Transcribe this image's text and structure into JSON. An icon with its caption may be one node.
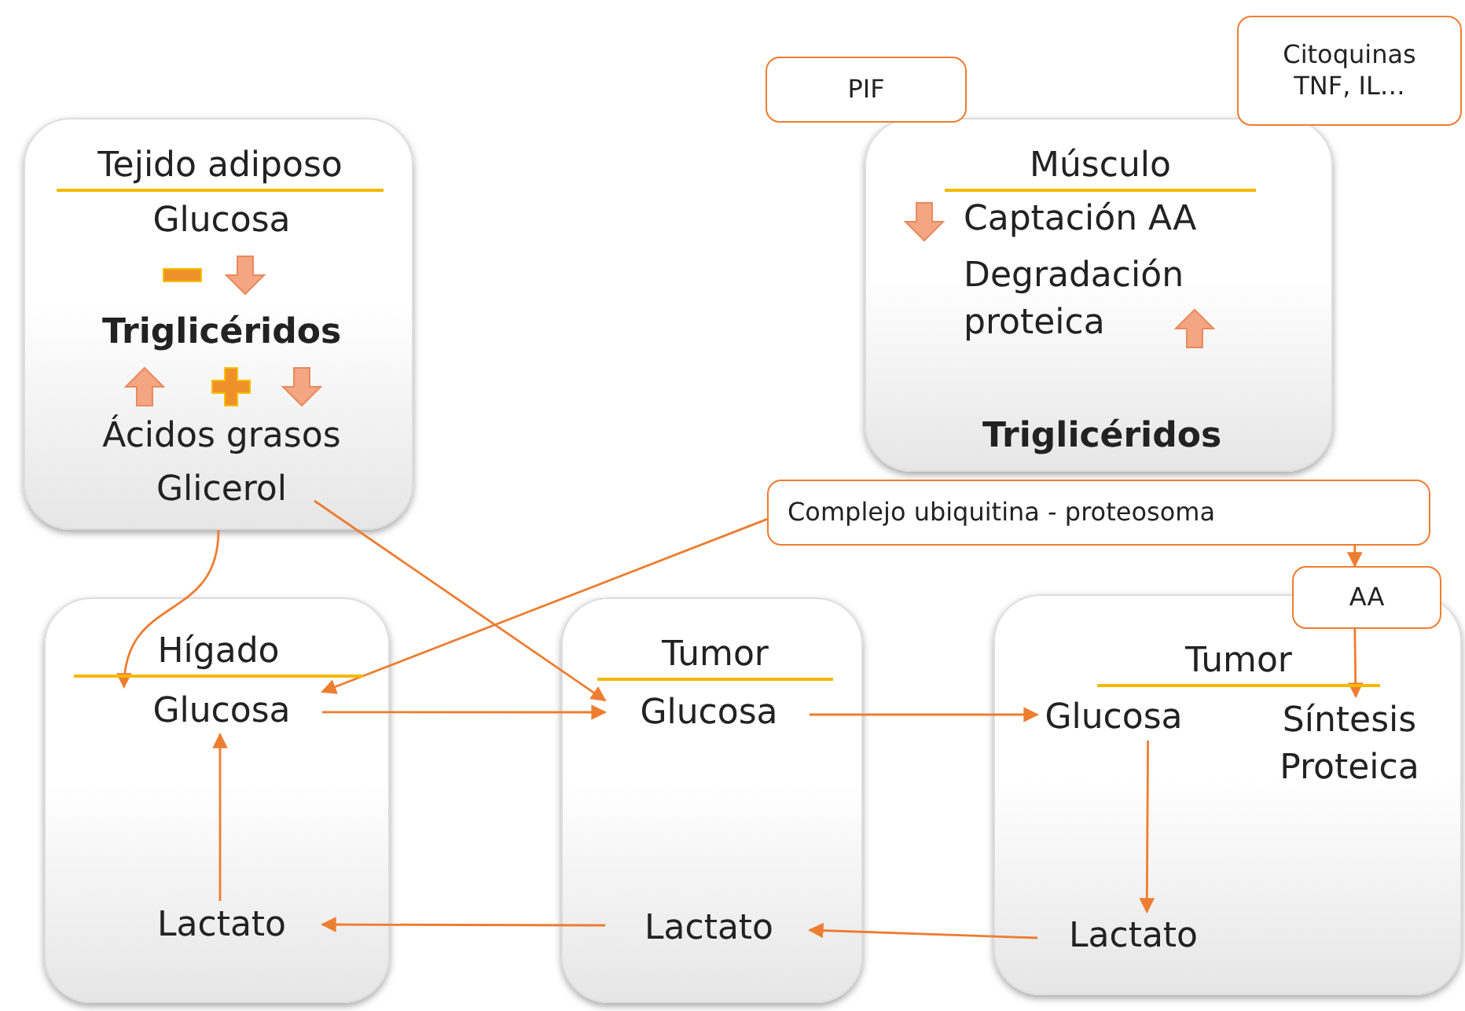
{
  "diagram": {
    "nodes": [
      {
        "text": [
          "Tejido adiposo"
        ]
      },
      {
        "text": [
          "Glucosa"
        ],
        "in": 0
      },
      {
        "text": [
          "Triglicéridos"
        ],
        "in": 0
      },
      {
        "text": [
          "Ácidos grasos"
        ],
        "in": 0
      },
      {
        "text": [
          "Glicerol"
        ],
        "in": 0
      },
      {
        "text": [
          "PIF"
        ]
      },
      {
        "text": [
          "Citoquinas TNF, IL…"
        ]
      },
      {
        "text": [
          "Músculo"
        ]
      },
      {
        "text": [
          "Captación AA"
        ],
        "in": 7
      },
      {
        "text": [
          "Degradación proteica"
        ],
        "in": 7
      },
      {
        "text": [
          "Triglicéridos"
        ],
        "in": 7
      },
      {
        "text": [
          "Complejo ubiquitina - proteosoma"
        ]
      },
      {
        "text": [
          "AA"
        ]
      },
      {
        "text": [
          "Hígado"
        ]
      },
      {
        "text": [
          "Glucosa"
        ],
        "in": 13
      },
      {
        "text": [
          "Lactato"
        ],
        "in": 13
      },
      {
        "text": [
          "Tumor"
        ]
      },
      {
        "text": [
          "Glucosa"
        ],
        "in": 16
      },
      {
        "text": [
          "Lactato"
        ],
        "in": 16
      },
      {
        "text": [
          "Tumor"
        ]
      },
      {
        "text": [
          "Glucosa"
        ],
        "in": 19
      },
      {
        "text": [
          "Síntesis Proteica"
        ],
        "in": 19
      },
      {
        "text": [
          "Lactato"
        ],
        "in": 19
      }
    ],
    "edges": [
      {
        "from": 0,
        "to": 14,
        "arrow": "to"
      },
      {
        "from": 4,
        "to": 17,
        "arrow": "to"
      },
      {
        "from": 11,
        "to": 14,
        "arrow": "to"
      },
      {
        "from": 11,
        "to": 12,
        "arrow": "to"
      },
      {
        "from": 12,
        "to": 21,
        "arrow": "to"
      },
      {
        "from": 14,
        "to": 17,
        "arrow": "to"
      },
      {
        "from": 17,
        "to": 20,
        "arrow": "to"
      },
      {
        "from": 20,
        "to": 22,
        "arrow": "to"
      },
      {
        "from": 22,
        "to": 18,
        "arrow": "to"
      },
      {
        "from": 18,
        "to": 15,
        "arrow": "to"
      },
      {
        "from": 15,
        "to": 14,
        "arrow": "to"
      }
    ]
  }
}
